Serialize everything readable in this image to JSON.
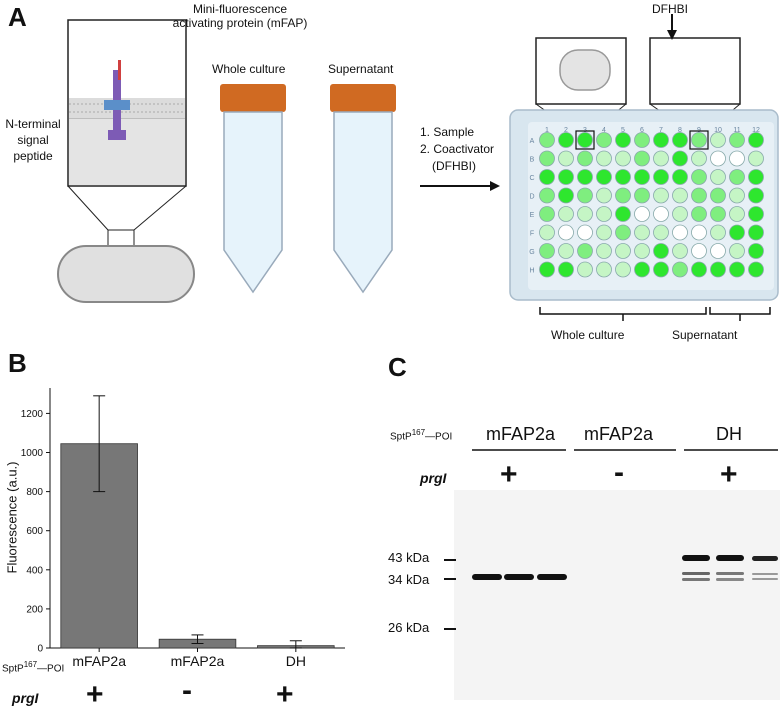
{
  "panels": {
    "a": "A",
    "b": "B",
    "c": "C"
  },
  "panel_a": {
    "mfap_label_line1": "Mini-fluorescence",
    "mfap_label_line2": "activating protein (mFAP)",
    "signal_line1": "N-terminal",
    "signal_line2": "signal",
    "signal_line3": "peptide",
    "whole_culture": "Whole culture",
    "supernatant": "Supernatant",
    "step1": "1. Sample",
    "step2": "2. Coactivator",
    "step3": "(DFHBI)",
    "dfhbi": "DFHBI",
    "plate_cols": [
      "1",
      "2",
      "3",
      "4",
      "5",
      "6",
      "7",
      "8",
      "9",
      "10",
      "11",
      "12"
    ],
    "plate_rows": [
      "A",
      "B",
      "C",
      "D",
      "E",
      "F",
      "G",
      "H"
    ],
    "bracket_whole": "Whole culture",
    "bracket_super": "Supernatant",
    "colors": {
      "bright": "#2ee62e",
      "mid": "#7fee7f",
      "light": "#c5f5c5",
      "empty": "#ffffff",
      "plate": "#d8e6ef"
    }
  },
  "panel_b": {
    "ylabel": "Fluorescence (a.u.)",
    "row_label_sptp": "SptP",
    "row_label_sup": "167",
    "row_label_poi": "POI",
    "prgi_label": "prgI",
    "prgi_signs": [
      "+",
      "-",
      "+"
    ]
  },
  "chart_data": {
    "type": "bar",
    "categories": [
      "mFAP2a",
      "mFAP2a",
      "DH"
    ],
    "values": [
      1045,
      45,
      12
    ],
    "errors": [
      245,
      22,
      25
    ],
    "ylabel": "Fluorescence (a.u.)",
    "ylim": [
      0,
      1330
    ],
    "yticks": [
      0,
      200,
      400,
      600,
      800,
      1000,
      1200
    ],
    "bar_color": "#777777",
    "grid": false
  },
  "panel_c": {
    "row_label_sptp": "SptP",
    "row_label_sup": "167",
    "row_label_poi": "POI",
    "lanes": [
      "mFAP2a",
      "mFAP2a",
      "DH"
    ],
    "prgi_label": "prgI",
    "prgi_signs": [
      "+",
      "-",
      "+"
    ],
    "markers": [
      "43 kDa",
      "34 kDa",
      "26 kDa"
    ]
  }
}
